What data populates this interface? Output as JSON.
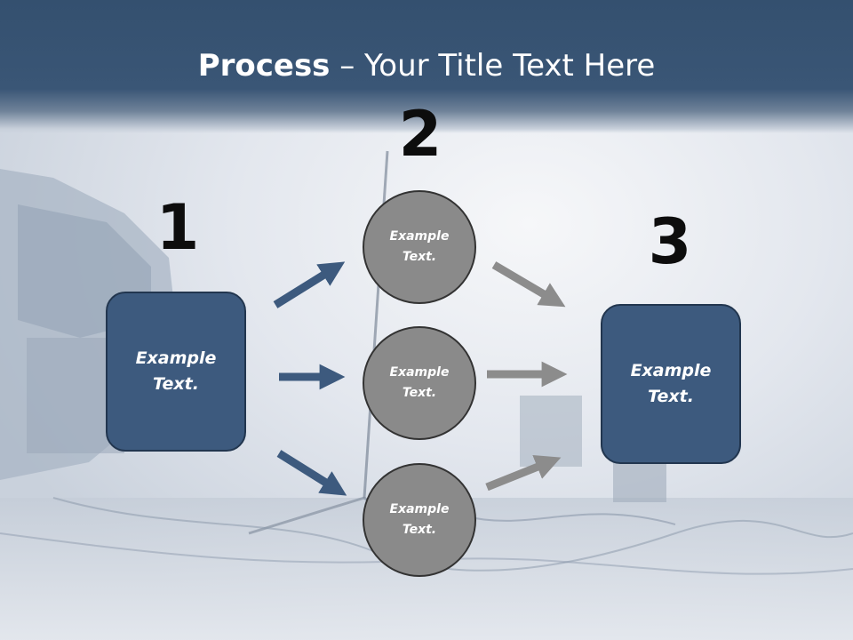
{
  "title": {
    "bold": "Process",
    "rest": " – Your Title Text Here"
  },
  "steps": {
    "one": "1",
    "two": "2",
    "three": "3"
  },
  "boxes": {
    "left": "Example\nText.",
    "right": "Example\nText."
  },
  "circles": {
    "top": "Example\nText.",
    "middle": "Example\nText.",
    "bottom": "Example\nText."
  },
  "colors": {
    "header": "#34506f",
    "box": "#3d5a7e",
    "circle": "#8a8a8a",
    "blue_arrow": "#3d5a7e",
    "gray_arrow": "#8c8c8c"
  }
}
